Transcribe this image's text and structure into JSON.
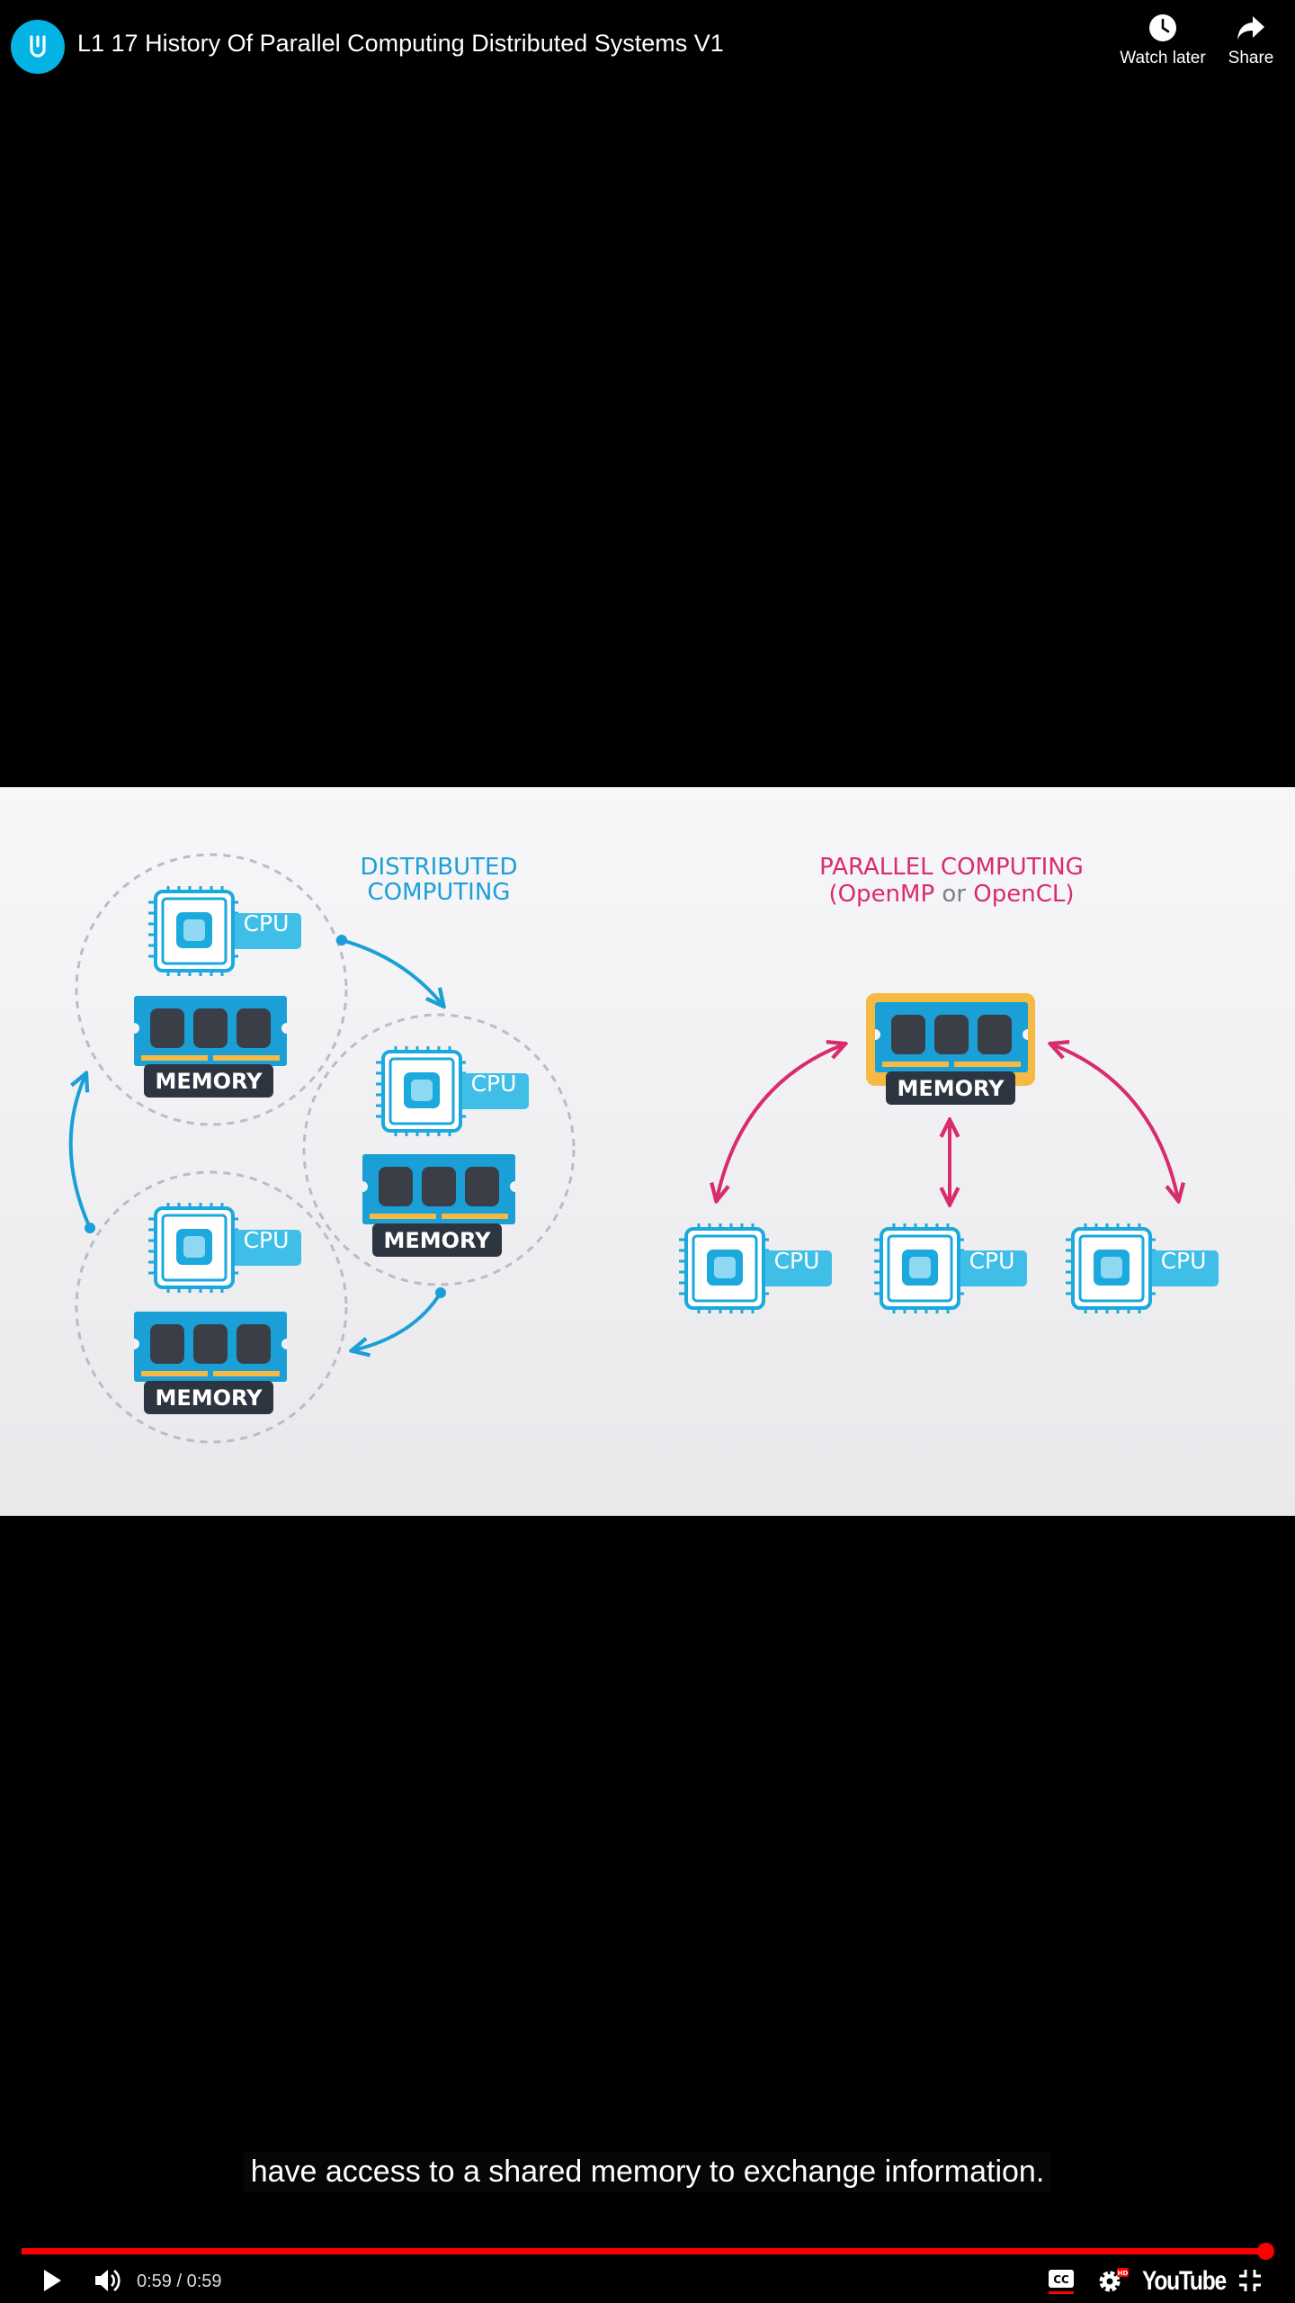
{
  "header": {
    "title": "L1 17 History Of Parallel Computing Distributed Systems V1",
    "watch_later_label": "Watch later",
    "share_label": "Share"
  },
  "slide": {
    "distributed_title_line1": "DISTRIBUTED",
    "distributed_title_line2": "COMPUTING",
    "parallel_title_line1": "PARALLEL COMPUTING",
    "parallel_open": "(OpenMP",
    "parallel_or": "or",
    "parallel_close": "OpenCL)",
    "cpu_label": "CPU",
    "memory_label": "MEMORY",
    "colors": {
      "distributed": "#1a9fd6",
      "parallel": "#d82c6b",
      "chip": "#1ca9dd",
      "memory_tag": "#2d3540",
      "highlight": "#f5b944"
    }
  },
  "player": {
    "caption": "have access to a shared memory to exchange information.",
    "time_current": "0:59",
    "time_sep": " / ",
    "time_total": "0:59",
    "progress_fraction": 1.0,
    "youtube_label": "YouTube",
    "accent": "#ff0000"
  }
}
